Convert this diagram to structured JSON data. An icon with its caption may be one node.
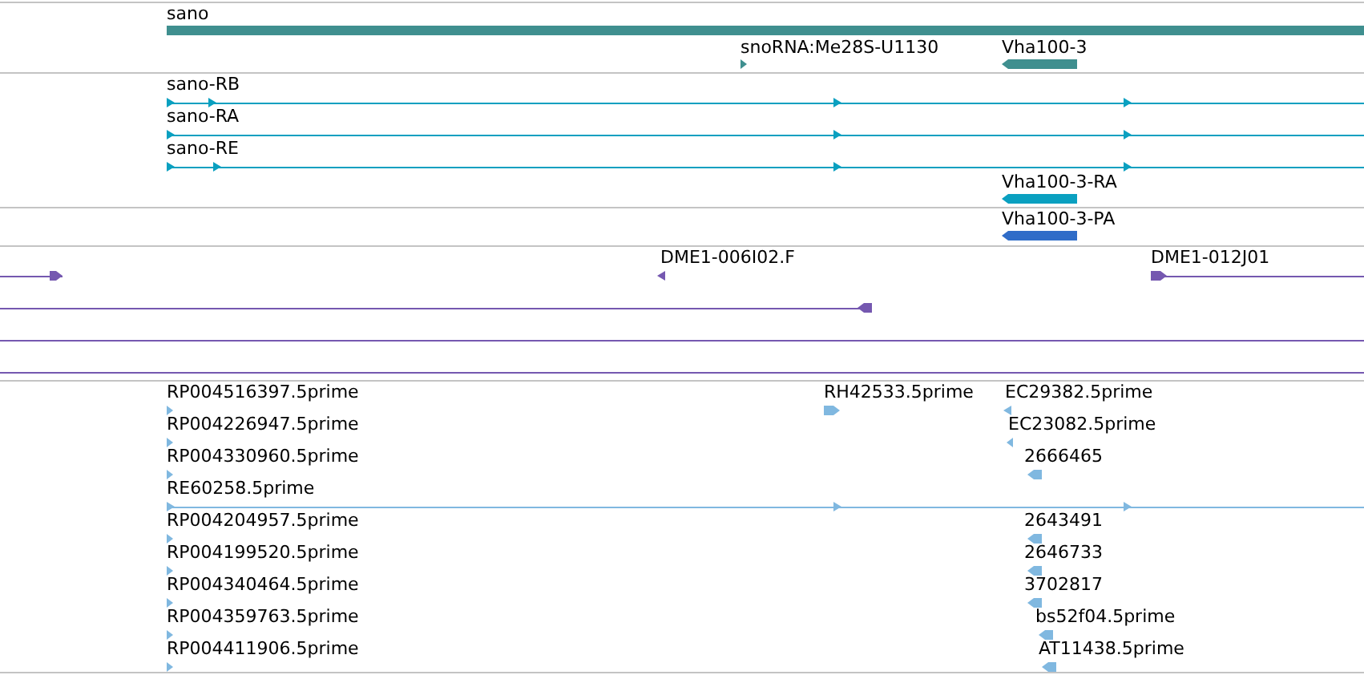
{
  "diagram": {
    "nodes": [
      {
        "text": [
          "sano"
        ]
      },
      {
        "text": [
          "snoRNA:Me28S-U1130"
        ]
      },
      {
        "text": [
          "Vha100-3"
        ]
      },
      {
        "text": [
          "sano-RB"
        ]
      },
      {
        "text": [
          "sano-RA"
        ]
      },
      {
        "text": [
          "sano-RE"
        ]
      },
      {
        "text": [
          "Vha100-3-RA"
        ]
      },
      {
        "text": [
          "Vha100-3-PA"
        ]
      },
      {
        "text": [],
        "shape": "bar"
      },
      {
        "text": [
          "DME1-006I02.F"
        ]
      },
      {
        "text": [
          "DME1-012J01"
        ]
      },
      {
        "text": [],
        "shape": "bar"
      },
      {
        "text": [],
        "shape": "bar"
      },
      {
        "text": [],
        "shape": "bar"
      },
      {
        "text": [
          "RP004516397.5prime"
        ]
      },
      {
        "text": [
          "RH42533.5prime"
        ]
      },
      {
        "text": [
          "EC29382.5prime"
        ]
      },
      {
        "text": [
          "RP004226947.5prime"
        ]
      },
      {
        "text": [
          "EC23082.5prime"
        ]
      },
      {
        "text": [
          "RP004330960.5prime"
        ]
      },
      {
        "text": [
          "2666465"
        ]
      },
      {
        "text": [
          "RE60258.5prime"
        ]
      },
      {
        "text": [
          "RP004204957.5prime"
        ]
      },
      {
        "text": [
          "2643491"
        ]
      },
      {
        "text": [
          "RP004199520.5prime"
        ]
      },
      {
        "text": [
          "2646733"
        ]
      },
      {
        "text": [
          "RP004340464.5prime"
        ]
      },
      {
        "text": [
          "3702817"
        ]
      },
      {
        "text": [
          "RP004359763.5prime"
        ]
      },
      {
        "text": [
          "bs52f04.5prime"
        ]
      },
      {
        "text": [
          "RP004411906.5prime"
        ]
      },
      {
        "text": [
          "AT11438.5prime"
        ]
      }
    ]
  }
}
